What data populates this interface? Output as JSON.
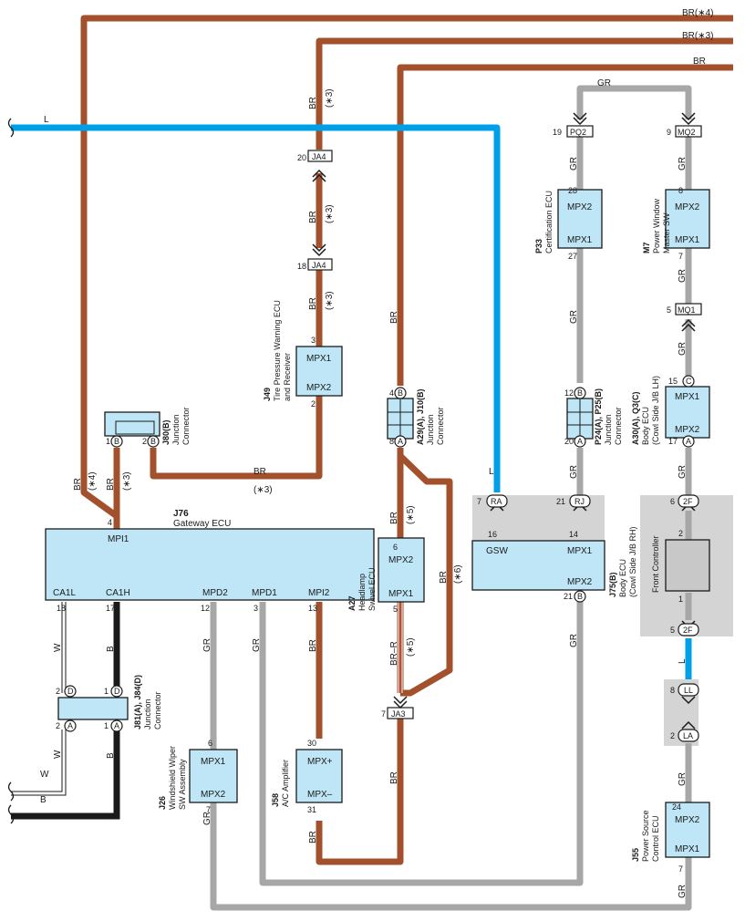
{
  "colors": {
    "br": "#a3512d",
    "gr": "#a7a7a8",
    "l": "#00a0e9",
    "w": "#ffffff",
    "b": "#1a1a1a",
    "br_r": "#c0504d",
    "box_fill": "#bfe6f7",
    "gray_fill": "#c8c8c8",
    "shade": "#d4d4d4"
  },
  "wires": {
    "br_4": "BR(∗4)",
    "br_3": "BR(∗3)",
    "br": "BR",
    "gr": "GR",
    "l": "L",
    "w": "W",
    "b": "B",
    "br_r": "BR–R",
    "star3": "(∗3)",
    "star4": "(∗4)",
    "star5": "(∗5)",
    "star6": "(∗6)"
  },
  "components": {
    "j76": {
      "code": "J76",
      "name": "Gateway ECU",
      "pins": {
        "mpi1": "MPI1",
        "ca1l": "CA1L",
        "ca1h": "CA1H",
        "mpd2": "MPD2",
        "mpd1": "MPD1",
        "mpi2": "MPI2"
      }
    },
    "j49": {
      "code": "J49",
      "name1": "Tire Pressure Warning ECU",
      "name2": "and Receiver",
      "mpx1": "MPX1",
      "mpx2": "MPX2"
    },
    "j80": {
      "code": "J80(B)",
      "name1": "Junction",
      "name2": "Connector"
    },
    "a29": {
      "code": "A29(A), J10(B)",
      "name1": "Junction",
      "name2": "Connector"
    },
    "a27": {
      "code": "A27",
      "name1": "Headlamp",
      "name2": "Swivel ECU",
      "mpx2": "MPX2",
      "mpx1": "MPX1"
    },
    "p33": {
      "code": "P33",
      "name": "Certification ECU",
      "mpx2": "MPX2",
      "mpx1": "MPX1"
    },
    "m7": {
      "code": "M7",
      "name1": "Power Window",
      "name2": "Master SW",
      "mpx2": "MPX2",
      "mpx1": "MPX1"
    },
    "p24": {
      "code": "P24(A), P25(B)",
      "name1": "Junction",
      "name2": "Connector"
    },
    "a30": {
      "code": "A30(A), Q3(C)",
      "name1": "Body ECU",
      "name2": "(Cowl Side J/B LH)",
      "mpx1": "MPX1",
      "mpx2": "MPX2"
    },
    "j75": {
      "code": "J75(B)",
      "name1": "Body ECU",
      "name2": "(Cowl Side J/B RH)",
      "gsw": "GSW",
      "mpx1": "MPX1",
      "mpx2": "MPX2"
    },
    "front": {
      "name": "Front Controller"
    },
    "j81": {
      "code": "J81(A), J84(D)",
      "name1": "Junction",
      "name2": "Connector"
    },
    "j26": {
      "code": "J26",
      "name1": "Windshield Wiper",
      "name2": "SW Assembly",
      "mpx1": "MPX1",
      "mpx2": "MPX2"
    },
    "j58": {
      "code": "J58",
      "name": "A/C Amplifier",
      "mpxp": "MPX+",
      "mpxm": "MPX–"
    },
    "j55": {
      "code": "J55",
      "name1": "Power Source",
      "name2": "Control ECU",
      "mpx2": "MPX2",
      "mpx1": "MPX1"
    }
  },
  "connectors": {
    "ja4": "JA4",
    "ja3": "JA3",
    "pq2": "PQ2",
    "mq2": "MQ2",
    "mq1": "MQ1",
    "ra": "RA",
    "rj": "RJ",
    "f2": "2F",
    "ll": "LL",
    "la": "LA",
    "a": "A",
    "b": "B",
    "c": "C",
    "d": "D"
  },
  "pins": {
    "p1": "1",
    "p2": "2",
    "p3": "3",
    "p4": "4",
    "p5": "5",
    "p6": "6",
    "p7": "7",
    "p8": "8",
    "p9": "9",
    "p12": "12",
    "p13": "13",
    "p14": "14",
    "p15": "15",
    "p16": "16",
    "p17": "17",
    "p18": "18",
    "p19": "19",
    "p20": "20",
    "p21": "21",
    "p24": "24",
    "p27": "27",
    "p28": "28",
    "p30": "30",
    "p31": "31"
  }
}
